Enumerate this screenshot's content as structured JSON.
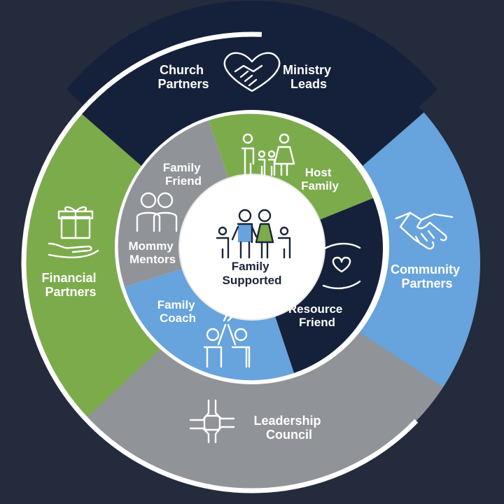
{
  "colors": {
    "background": "#232b3d",
    "navy": "#15213a",
    "green": "#7cab4c",
    "blue": "#67a3dc",
    "gray": "#909398",
    "white": "#ffffff"
  },
  "outer_ring": {
    "church_ministry": {
      "label_left": [
        "Church",
        "Partners"
      ],
      "label_right": [
        "Ministry",
        "Leads"
      ],
      "icon": "heart-handshake-icon"
    },
    "community": {
      "label": [
        "Community",
        "Partners"
      ],
      "icon": "handshake-icon"
    },
    "leadership": {
      "label": [
        "Leadership",
        "Council"
      ],
      "icon": "stacked-hands-icon"
    },
    "financial": {
      "label": [
        "Financial",
        "Partners"
      ],
      "icon": "gift-in-hand-icon"
    }
  },
  "inner_ring": {
    "host_family": {
      "label": [
        "Host",
        "Family"
      ],
      "icon": "family-group-icon"
    },
    "resource_friend": {
      "label": [
        "Resource",
        "Friend"
      ],
      "icon": "heart-in-hands-icon"
    },
    "family_coach": {
      "label": [
        "Family",
        "Coach"
      ],
      "icon": "high-five-icon"
    },
    "mommy_mentors": {
      "label": [
        "Mommy",
        "Mentors"
      ],
      "icon": "two-people-icon"
    },
    "family_friend": {
      "label": [
        "Family",
        "Friend"
      ],
      "icon": ""
    }
  },
  "center": {
    "label": [
      "Family",
      "Supported"
    ],
    "icon": "family-icon"
  }
}
